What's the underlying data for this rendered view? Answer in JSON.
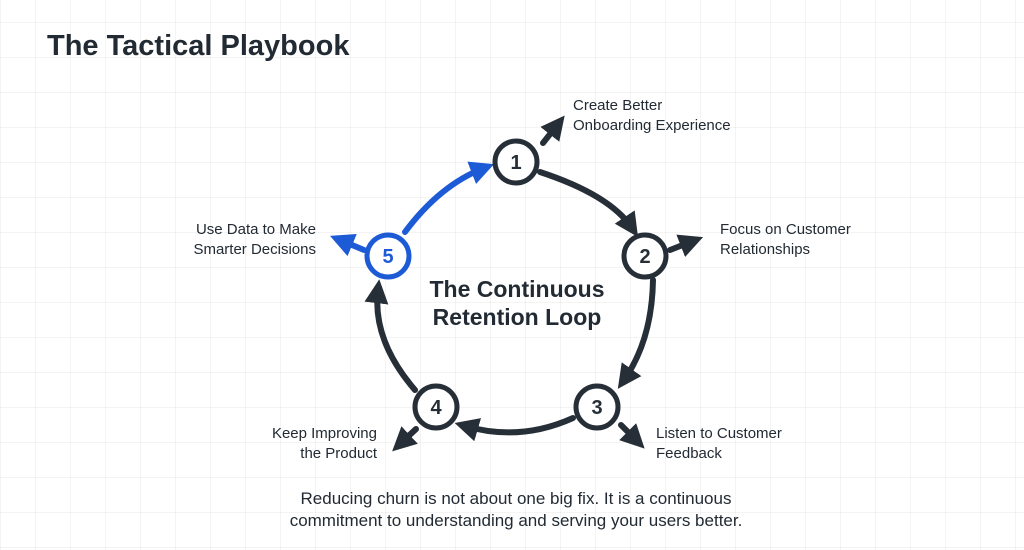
{
  "title": "The Tactical Playbook",
  "center_title": [
    "The Continuous",
    "Retention Loop"
  ],
  "colors": {
    "dark": "#262e37",
    "accent": "#1d5bd6"
  },
  "steps": [
    {
      "number": "1",
      "label": [
        "Create Better",
        "Onboarding Experience"
      ],
      "highlight": false
    },
    {
      "number": "2",
      "label": [
        "Focus on Customer",
        "Relationships"
      ],
      "highlight": false
    },
    {
      "number": "3",
      "label": [
        "Listen to Customer",
        "Feedback"
      ],
      "highlight": false
    },
    {
      "number": "4",
      "label": [
        "Keep Improving",
        "the Product"
      ],
      "highlight": false
    },
    {
      "number": "5",
      "label": [
        "Use Data to Make",
        "Smarter Decisions"
      ],
      "highlight": true
    }
  ],
  "footer": [
    "Reducing churn is not about one big fix. It is a continuous",
    "commitment to understanding and serving your users better."
  ]
}
